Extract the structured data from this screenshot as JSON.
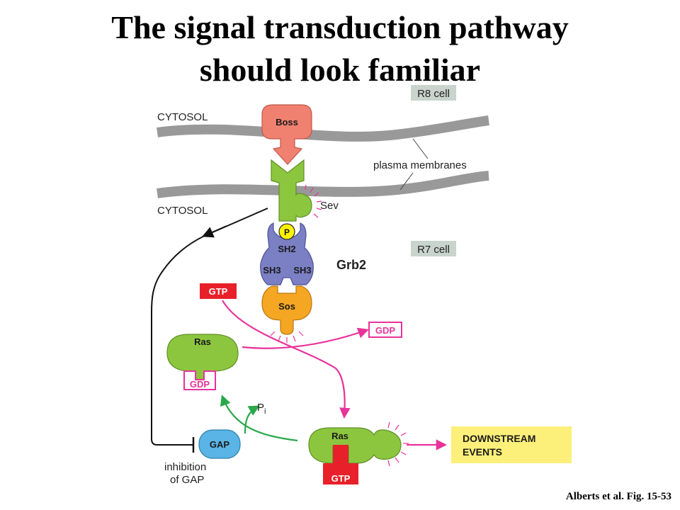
{
  "title": {
    "line1": "The signal transduction pathway",
    "line2": "should look familiar"
  },
  "labels": {
    "r8_cell": "R8 cell",
    "r7_cell": "R7 cell",
    "cytosol_top": "CYTOSOL",
    "cytosol_bottom": "CYTOSOL",
    "plasma_membranes": "plasma membranes",
    "boss": "Boss",
    "sev": "Sev",
    "p": "P",
    "sh2": "SH2",
    "sh3_left": "SH3",
    "sh3_right": "SH3",
    "grb2": "Grb2",
    "sos": "Sos",
    "gtp_top": "GTP",
    "gdp_right": "GDP",
    "ras_left": "Ras",
    "gdp_left": "GDP",
    "pi": "P",
    "pi_sub": "i",
    "gap": "GAP",
    "inhibition_line1": "inhibition",
    "inhibition_line2": "of GAP",
    "ras_right": "Ras",
    "gtp_bottom": "GTP",
    "downstream_line1": "DOWNSTREAM",
    "downstream_line2": "EVENTS"
  },
  "colors": {
    "boss": "#f08070",
    "sev": "#8cc63f",
    "grb2": "#7b7fc4",
    "sos": "#f5a623",
    "ras": "#8cc63f",
    "gap": "#5ab4e5",
    "gtp": "#e8202a",
    "gdp": "#e8339a",
    "arrow_pink": "#e8339a",
    "arrow_green": "#2aa84a",
    "downstream": "#fdf07a",
    "membrane": "#999999",
    "cell_label_bg": "#c8d4cc"
  },
  "citation": "Alberts et al. Fig. 15-53"
}
